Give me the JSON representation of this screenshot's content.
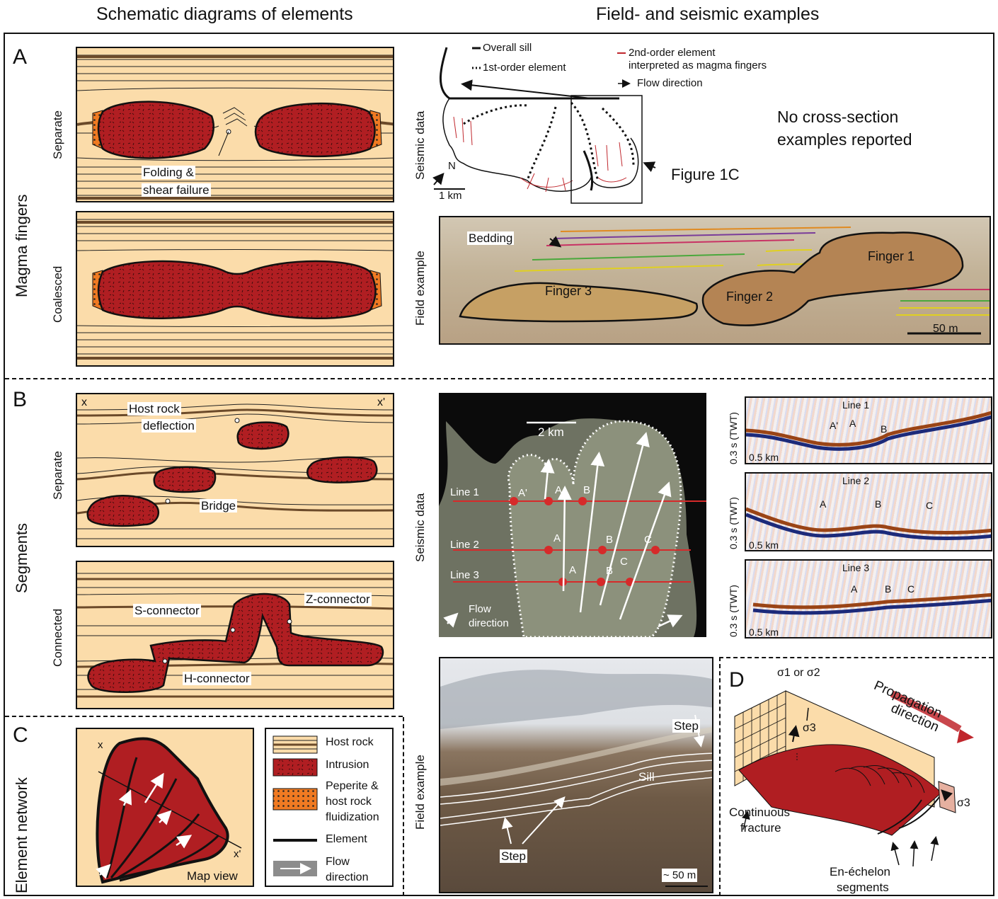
{
  "headers": {
    "left": "Schematic diagrams of elements",
    "right": "Field- and seismic examples"
  },
  "panels": {
    "A": {
      "letter": "A",
      "row_label": "Magma fingers",
      "separate_label": "Separate",
      "coalesced_label": "Coalesced",
      "folding_label_1": "Folding &",
      "folding_label_2": "shear failure",
      "seismic_side_label": "Seismic data",
      "field_side_label": "Field example",
      "legend": {
        "overall_sill": "Overall sill",
        "first_order": "1st-order element",
        "second_order_1": "2nd-order element",
        "second_order_2": "interpreted as magma fingers",
        "flow_direction": "Flow direction"
      },
      "north": "N",
      "scale_km": "1 km",
      "figure_ref": "Figure 1C",
      "no_cross_1": "No cross-section",
      "no_cross_2": "examples reported",
      "bedding": "Bedding",
      "finger1": "Finger 1",
      "finger2": "Finger 2",
      "finger3": "Finger 3",
      "scale_m": "50 m"
    },
    "B": {
      "letter": "B",
      "row_label": "Segments",
      "separate_label": "Separate",
      "connected_label": "Connected",
      "x_left": "x",
      "x_right": "x'",
      "host_defl_1": "Host rock",
      "host_defl_2": "deflection",
      "bridge": "Bridge",
      "s_connector": "S-connector",
      "z_connector": "Z-connector",
      "h_connector": "H-connector",
      "seismic_side_label": "Seismic data",
      "field_side_label": "Field example",
      "seis_scale": "2 km",
      "lines": [
        "Line 1",
        "Line 2",
        "Line 3"
      ],
      "line_points": [
        [
          "A'",
          "A",
          "B"
        ],
        [
          "A",
          "B",
          "C"
        ],
        [
          "A",
          "B",
          "C"
        ]
      ],
      "flow_dir_1": "Flow",
      "flow_dir_2": "direction",
      "twt": "0.3 s (TWT)",
      "sect_scale": "0.5 km",
      "step": "Step",
      "sill": "Sill",
      "photo_scale": "~ 50 m"
    },
    "C": {
      "letter": "C",
      "row_label": "Element network",
      "x_left": "x",
      "x_right": "x'",
      "map_view": "Map view",
      "legend": {
        "host_rock": "Host rock",
        "intrusion": "Intrusion",
        "peperite_1": "Peperite &",
        "peperite_2": "host rock",
        "peperite_3": "fluidization",
        "element": "Element",
        "flow_1": "Flow",
        "flow_2": "direction"
      }
    },
    "D": {
      "letter": "D",
      "sigma12": "σ1 or σ2",
      "sigma3": "σ3",
      "prop_1": "Propagation",
      "prop_2": "direction",
      "continuous_1": "Continuous",
      "continuous_2": "fracture",
      "enechelon_1": "En-échelon",
      "enechelon_2": "segments"
    }
  },
  "colors": {
    "host": "#fbdcaa",
    "bed": "#6b4a2a",
    "intrusion": "#b01e22",
    "peperite": "#f07a22",
    "seismic_bg": "#0b0b0b",
    "seismic_sill": "#8c917c",
    "red_arrow": "#c0272d"
  }
}
